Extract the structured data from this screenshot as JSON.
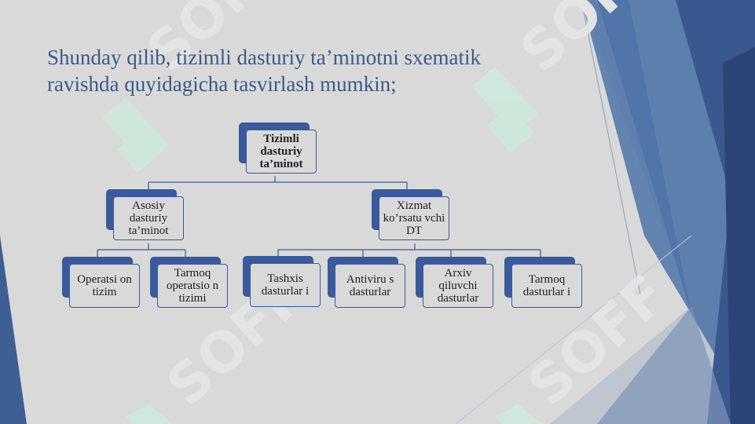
{
  "title_lines": [
    "Shunday qilib, tizimli dasturiy ta’minotni sxematik",
    "ravishda quyidagicha tasvirlash mumkin;"
  ],
  "watermark": "SOFF",
  "tree": {
    "root": "Tizimli dasturiy ta’minot",
    "left": {
      "label": "Asosiy dasturiy ta’minot",
      "children": [
        "Operatsi on tizim",
        "Tarmoq operatsio n tizimi"
      ]
    },
    "right": {
      "label": "Xizmat ko’rsatu vchi DT",
      "children": [
        "Tashxis dasturlar i",
        "Antiviru s dasturlar",
        "Arxiv qiluvchi dasturlar",
        "Tarmoq dasturlar i"
      ]
    }
  },
  "colors": {
    "background": "#d9d9d9",
    "title": "#3a5a8a",
    "node_border": "#3a5a9c",
    "watermark": "#cfe8dc"
  }
}
